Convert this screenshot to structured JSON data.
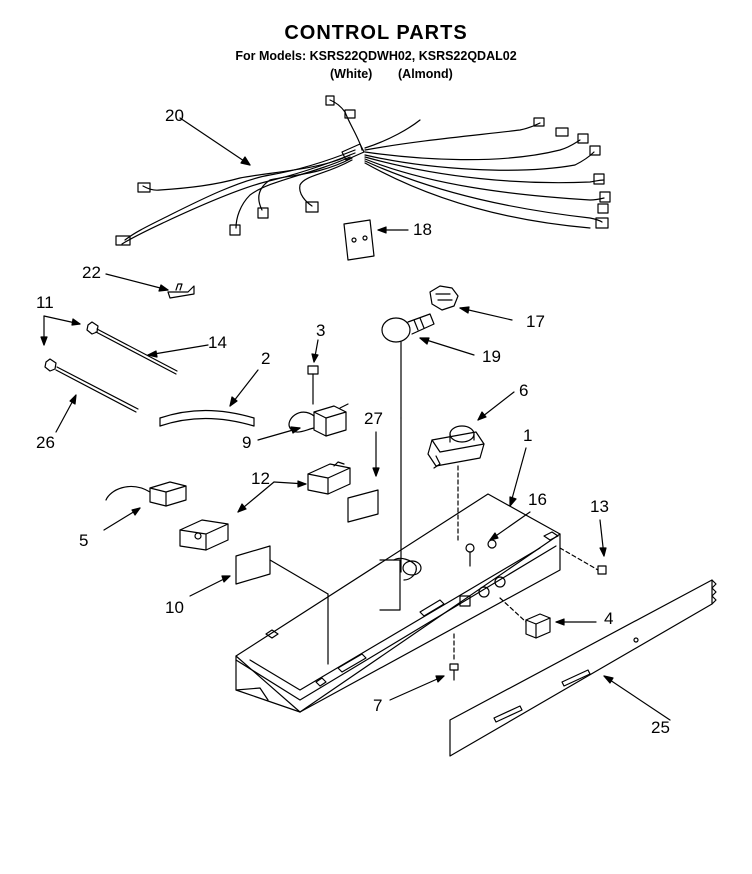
{
  "title": "CONTROL PARTS",
  "subtitle": "For Models: KSRS22QDWH02, KSRS22QDAL02",
  "color_white": "(White)",
  "color_almond": "(Almond)",
  "callouts": {
    "c20": "20",
    "c18": "18",
    "c22": "22",
    "c11": "11",
    "c14": "14",
    "c3": "3",
    "c2": "2",
    "c17": "17",
    "c19": "19",
    "c26": "26",
    "c9": "9",
    "c27": "27",
    "c6": "6",
    "c1": "1",
    "c12": "12",
    "c16": "16",
    "c13": "13",
    "c5": "5",
    "c10": "10",
    "c4": "4",
    "c7": "7",
    "c25": "25"
  }
}
